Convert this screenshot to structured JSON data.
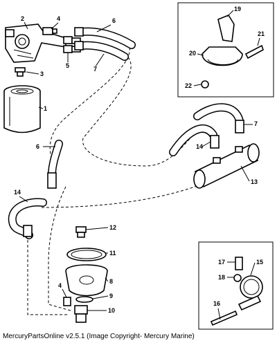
{
  "callouts": {
    "c1": "1",
    "c2": "2",
    "c3": "3",
    "c4a": "4",
    "c4b": "4",
    "c5": "5",
    "c6a": "6",
    "c6b": "6",
    "c7a": "7",
    "c7b": "7",
    "c8": "8",
    "c9": "9",
    "c10": "10",
    "c11": "11",
    "c12": "12",
    "c13": "13",
    "c14a": "14",
    "c14b": "14",
    "c15": "15",
    "c16": "16",
    "c17": "17",
    "c18": "18",
    "c19": "19",
    "c20": "20",
    "c21": "21",
    "c22": "22"
  },
  "footer": {
    "text": "MercuryPartsOnline v2.5.1 (Image Copyright- Mercury Marine)"
  }
}
